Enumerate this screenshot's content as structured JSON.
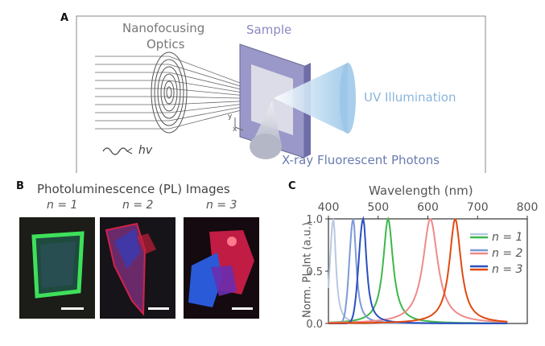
{
  "panels": {
    "a": {
      "letter": "A",
      "optics_label_1": "Nanofocusing",
      "optics_label_2": "Optics",
      "sample_label": "Sample",
      "uv_label": "UV Illumination",
      "xray_label": "X-ray Fluorescent Photons",
      "hv_label": "hv",
      "axis_y": "y",
      "axis_x": "x"
    },
    "b": {
      "letter": "B",
      "title": "Photoluminescence (PL) Images",
      "images": [
        {
          "label": "n = 1"
        },
        {
          "label": "n = 2"
        },
        {
          "label": "n = 3"
        }
      ]
    },
    "c": {
      "letter": "C"
    }
  },
  "chart_data": {
    "type": "line",
    "xlabel": "Wavelength (nm)",
    "ylabel": "Norm. PL Int (a.u.)",
    "xlim": [
      400,
      800
    ],
    "ylim": [
      0,
      1.0
    ],
    "xticks": [
      "400",
      "500",
      "600",
      "700",
      "800"
    ],
    "yticks": [
      "0.0",
      "0.5",
      "1.0"
    ],
    "x_axis_position": "top",
    "legend_position": "right",
    "legend": [
      "n = 1",
      "n = 2",
      "n = 3"
    ],
    "series": [
      {
        "name": "n = 1",
        "type": "absorption",
        "color": "#b8c8e0",
        "peak": 410,
        "width": 6
      },
      {
        "name": "n = 1",
        "type": "emission",
        "color": "#3db84a",
        "peak": 520,
        "width": 12
      },
      {
        "name": "n = 2",
        "type": "absorption",
        "color": "#7a9ad8",
        "peak": 450,
        "width": 7
      },
      {
        "name": "n = 2",
        "type": "emission",
        "color": "#f08a8a",
        "peak": 605,
        "width": 18
      },
      {
        "name": "n = 3",
        "type": "absorption",
        "color": "#2a4fc0",
        "peak": 470,
        "width": 8
      },
      {
        "name": "n = 3",
        "type": "emission",
        "color": "#e04a10",
        "peak": 655,
        "width": 14
      }
    ]
  }
}
